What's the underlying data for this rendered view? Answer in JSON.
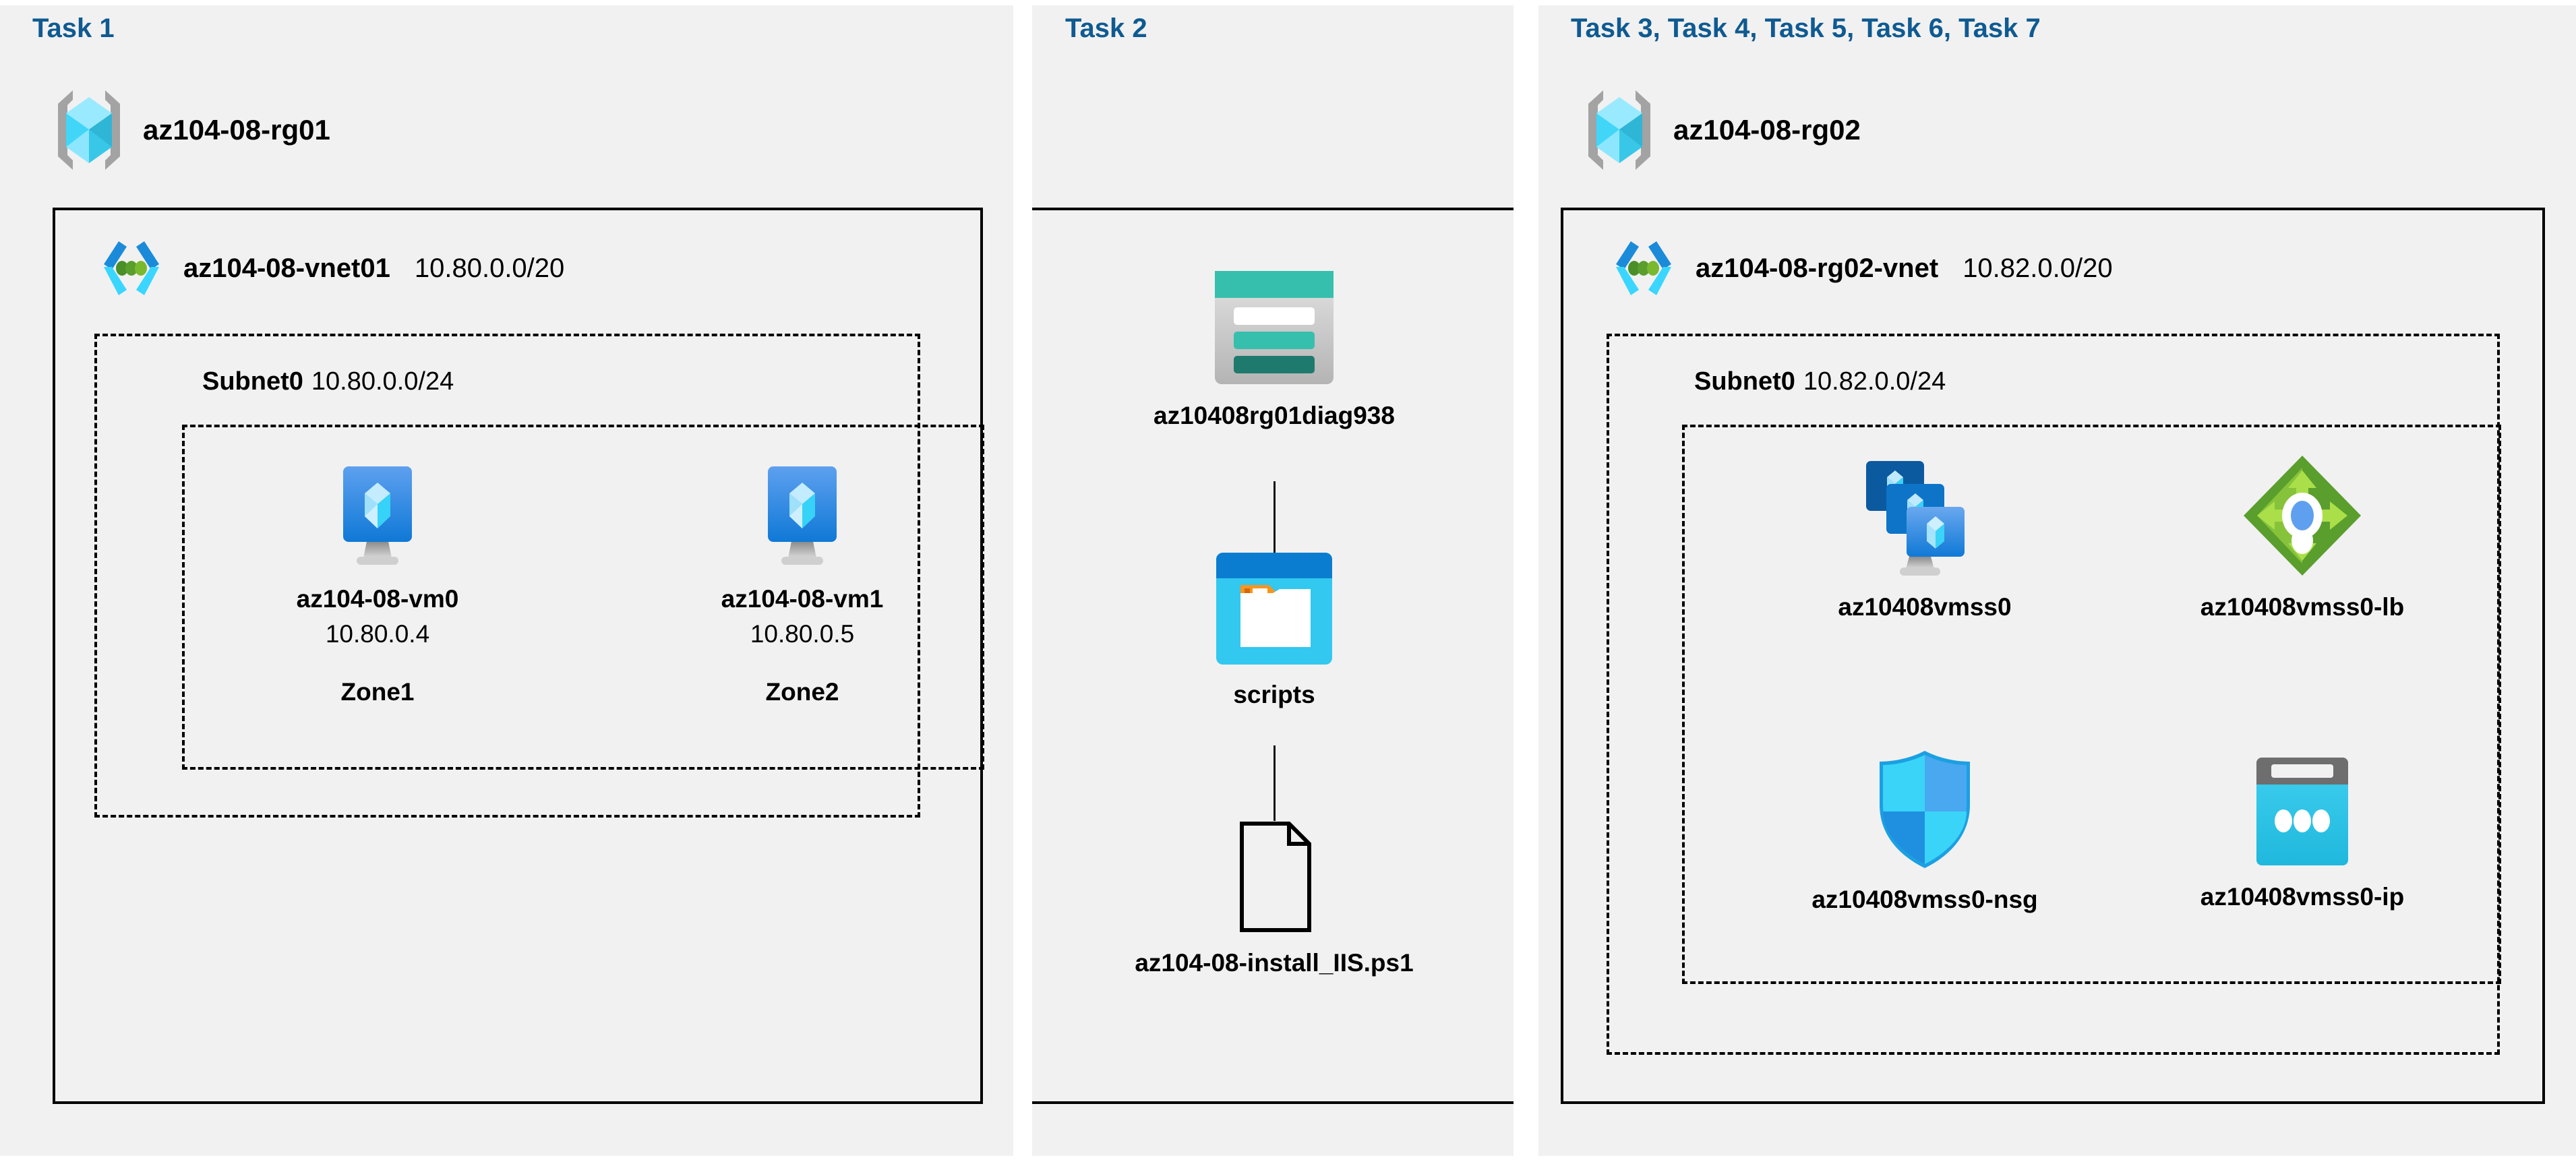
{
  "diagram": {
    "title_color": "#0f5a91",
    "panels": [
      {
        "id": "panel1",
        "task_title": "Task 1"
      },
      {
        "id": "panel2",
        "task_title": "Task 2"
      },
      {
        "id": "panel3",
        "task_title": "Task 3, Task 4, Task 5, Task 6, Task 7"
      }
    ]
  },
  "panel1": {
    "task_title": "Task 1",
    "resource_group": {
      "name": "az104-08-rg01",
      "icon": "resource-group-icon"
    },
    "vnet": {
      "name": "az104-08-vnet01",
      "cidr": "10.80.0.0/20",
      "icon": "virtual-network-icon"
    },
    "subnet": {
      "name": "Subnet0",
      "cidr": "10.80.0.0/24"
    },
    "vms": [
      {
        "name": "az104-08-vm0",
        "ip": "10.80.0.4",
        "zone": "Zone1",
        "icon": "virtual-machine-icon"
      },
      {
        "name": "az104-08-vm1",
        "ip": "10.80.0.5",
        "zone": "Zone2",
        "icon": "virtual-machine-icon"
      }
    ]
  },
  "panel2": {
    "task_title": "Task 2",
    "items": [
      {
        "name": "az10408rg01diag938",
        "icon": "storage-account-icon"
      },
      {
        "name": "scripts",
        "icon": "blob-container-icon"
      },
      {
        "name": "az104-08-install_IIS.ps1",
        "icon": "file-icon"
      }
    ]
  },
  "panel3": {
    "task_title": "Task 3, Task 4, Task 5, Task 6, Task 7",
    "resource_group": {
      "name": "az104-08-rg02",
      "icon": "resource-group-icon"
    },
    "vnet": {
      "name": "az104-08-rg02-vnet",
      "cidr": "10.82.0.0/20",
      "icon": "virtual-network-icon"
    },
    "subnet": {
      "name": "Subnet0",
      "cidr": "10.82.0.0/24"
    },
    "resources": [
      {
        "name": "az10408vmss0",
        "icon": "vm-scale-set-icon"
      },
      {
        "name": "az10408vmss0-lb",
        "icon": "load-balancer-icon"
      },
      {
        "name": "az10408vmss0-nsg",
        "icon": "network-security-group-icon"
      },
      {
        "name": "az10408vmss0-ip",
        "icon": "public-ip-address-icon"
      }
    ]
  },
  "colors": {
    "task_title": "#0f5a91",
    "panel_bg": "#f1f1f1",
    "page_bg": "#ffffff",
    "border": "#000000",
    "azure_blue": "#0078d4",
    "cyan": "#32d4f5",
    "green": "#7fba42",
    "teal": "#37bfad",
    "teal_dark": "#1f7a6e",
    "gray": "#9b9b9b",
    "orange": "#f78d1e"
  }
}
